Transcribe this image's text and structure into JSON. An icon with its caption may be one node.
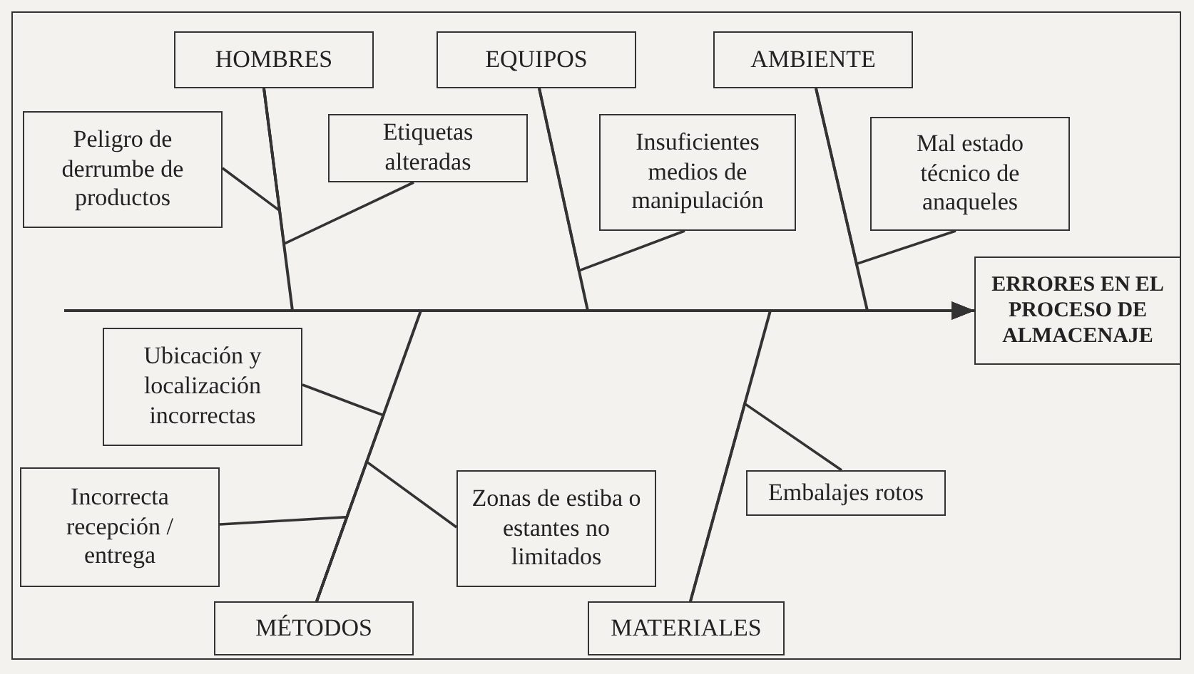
{
  "diagram": {
    "nodes": [
      {
        "text": [
          "HOMBRES"
        ]
      },
      {
        "text": [
          "EQUIPOS"
        ]
      },
      {
        "text": [
          "AMBIENTE"
        ]
      },
      {
        "text": [
          "Peligro de derrumbe de productos"
        ]
      },
      {
        "text": [
          "Etiquetas alteradas"
        ]
      },
      {
        "text": [
          "Insuficientes medios de manipulación"
        ]
      },
      {
        "text": [
          "Mal estado técnico de anaqueles"
        ]
      },
      {
        "text": [
          "ERRORES EN EL PROCESO DE ALMACENAJE"
        ]
      },
      {
        "text": [
          "Ubicación y localización incorrectas"
        ]
      },
      {
        "text": [
          "Incorrecta recepción / entrega"
        ]
      },
      {
        "text": [
          "Zonas de estiba o estantes no limitados"
        ]
      },
      {
        "text": [
          "Embalajes rotos"
        ]
      },
      {
        "text": [
          "MÉTODOS"
        ]
      },
      {
        "text": [
          "MATERIALES"
        ]
      }
    ],
    "edges": [
      {
        "from": 0,
        "to": 7,
        "arrow": "to"
      },
      {
        "from": 1,
        "to": 7,
        "arrow": "to"
      },
      {
        "from": 2,
        "to": 7,
        "arrow": "to"
      },
      {
        "from": 12,
        "to": 7,
        "arrow": "to"
      },
      {
        "from": 13,
        "to": 7,
        "arrow": "to"
      },
      {
        "from": 3,
        "to": 0,
        "arrow": "none"
      },
      {
        "from": 4,
        "to": 0,
        "arrow": "none"
      },
      {
        "from": 5,
        "to": 1,
        "arrow": "none"
      },
      {
        "from": 6,
        "to": 2,
        "arrow": "none"
      },
      {
        "from": 8,
        "to": 12,
        "arrow": "none"
      },
      {
        "from": 9,
        "to": 12,
        "arrow": "none"
      },
      {
        "from": 10,
        "to": 12,
        "arrow": "none"
      },
      {
        "from": 11,
        "to": 13,
        "arrow": "none"
      }
    ]
  }
}
